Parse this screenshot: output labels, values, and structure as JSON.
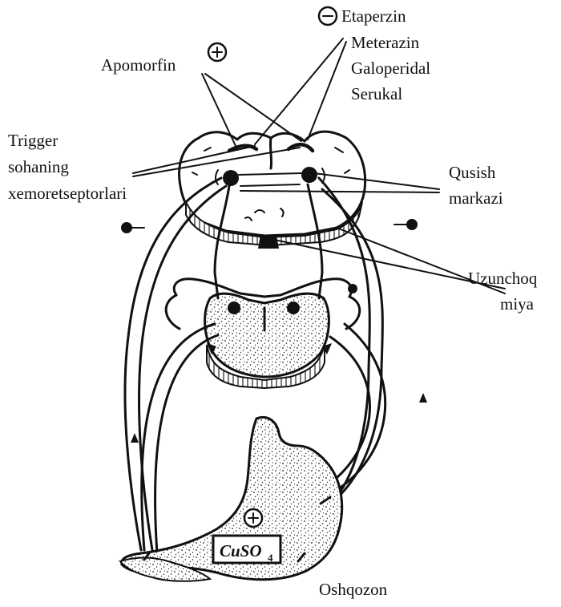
{
  "labels": {
    "apomorfin": "Apomorfin",
    "plus_sign": "⊕",
    "minus_sign": "⊖",
    "antagonists": [
      "Etaperzin",
      "Meterazin",
      "Galoperidal",
      "Serukal"
    ],
    "trigger": [
      "Trigger",
      "sohaning",
      "xemoretseptorlari"
    ],
    "qusish": [
      "Qusish",
      "markazi"
    ],
    "uzunchoq": [
      "Uzunchoq",
      "miya"
    ],
    "cuso4": "CuSO",
    "cuso4_sub": "4",
    "stomach_plus": "⊕",
    "oshqozon": "Oshqozon"
  },
  "colors": {
    "ink": "#111111",
    "paper": "#ffffff",
    "stipple": "#222222"
  }
}
